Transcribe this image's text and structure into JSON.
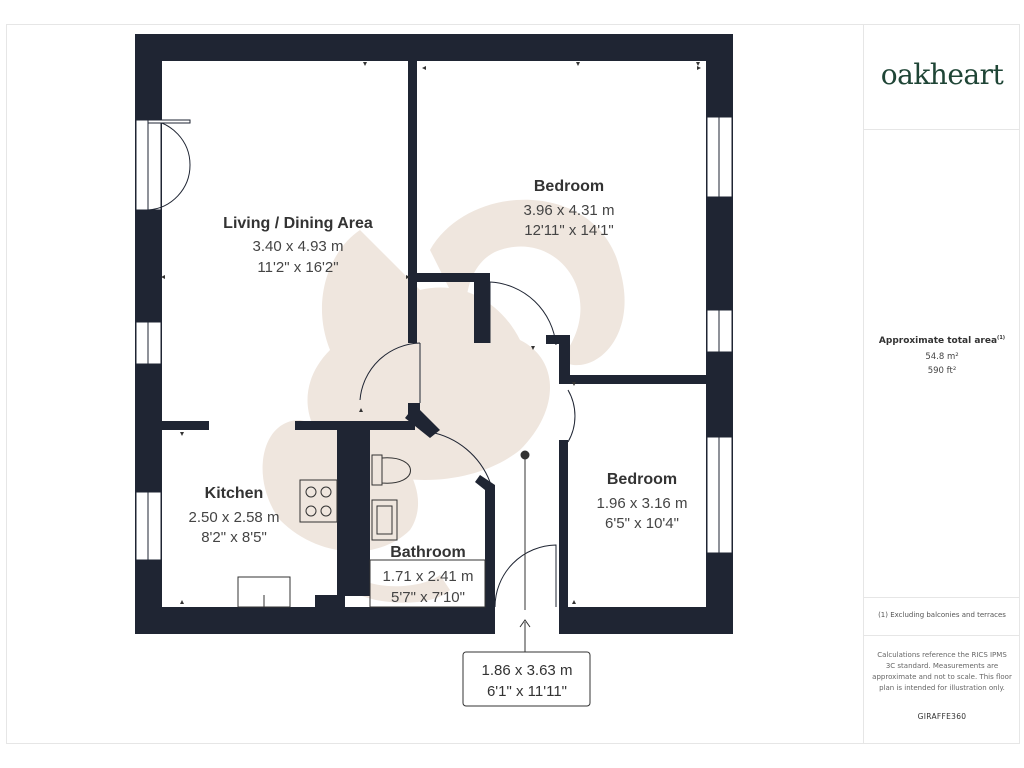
{
  "brand": {
    "logo_text": "oakheart"
  },
  "summary": {
    "title": "Approximate total area",
    "title_sup": "(1)",
    "area_m": "54.8 m²",
    "area_ft": "590 ft²",
    "footnote": "(1) Excluding balconies and terraces",
    "disclaimer": "Calculations reference the RICS IPMS 3C standard. Measurements are approximate and not to scale. This floor plan is intended for illustration only.",
    "credit": "GIRAFFE360"
  },
  "rooms": {
    "living": {
      "name": "Living / Dining Area",
      "metric": "3.40 x 4.93 m",
      "imperial": "11'2\" x 16'2\""
    },
    "bedroom1": {
      "name": "Bedroom",
      "metric": "3.96 x 4.31 m",
      "imperial": "12'11\" x 14'1\""
    },
    "kitchen": {
      "name": "Kitchen",
      "metric": "2.50 x 2.58 m",
      "imperial": "8'2\" x 8'5\""
    },
    "bathroom": {
      "name": "Bathroom",
      "metric": "1.71 x 2.41 m",
      "imperial": "5'7\" x 7'10\""
    },
    "bedroom2": {
      "name": "Bedroom",
      "metric": "1.96 x 3.16 m",
      "imperial": "6'5\" x 10'4\""
    },
    "hallway": {
      "metric": "1.86 x 3.63 m",
      "imperial": "6'1\" x 11'11\""
    }
  }
}
